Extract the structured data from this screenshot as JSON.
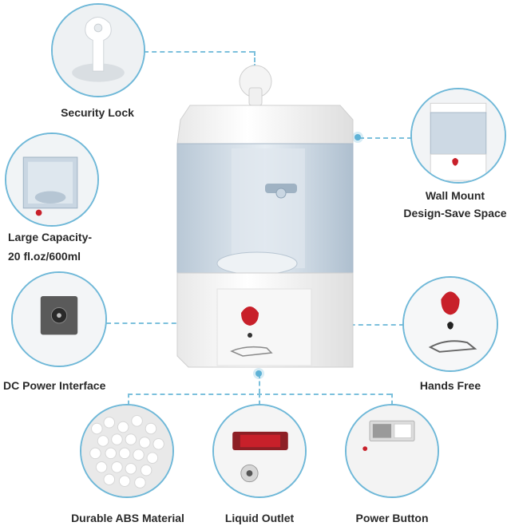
{
  "features": {
    "security_lock": "Security Lock",
    "large_capacity_line1": "Large Capacity-",
    "large_capacity_line2": "20 fl.oz/600ml",
    "wall_mount_line1": "Wall Mount",
    "wall_mount_line2": "Design-Save Space",
    "dc_power": "DC Power Interface",
    "hands_free": "Hands Free",
    "durable_abs": "Durable ABS Material",
    "liquid_outlet": "Liquid Outlet",
    "power_button": "Power Button"
  },
  "colors": {
    "accent": "#6fb8d8",
    "sensor_red": "#c8202a",
    "body_white": "#f2f2f2",
    "tank_blue": "#c9d6e2"
  },
  "icons": {
    "lock": "security-lock-icon",
    "drop": "drop-icon",
    "hand": "hand-icon"
  }
}
